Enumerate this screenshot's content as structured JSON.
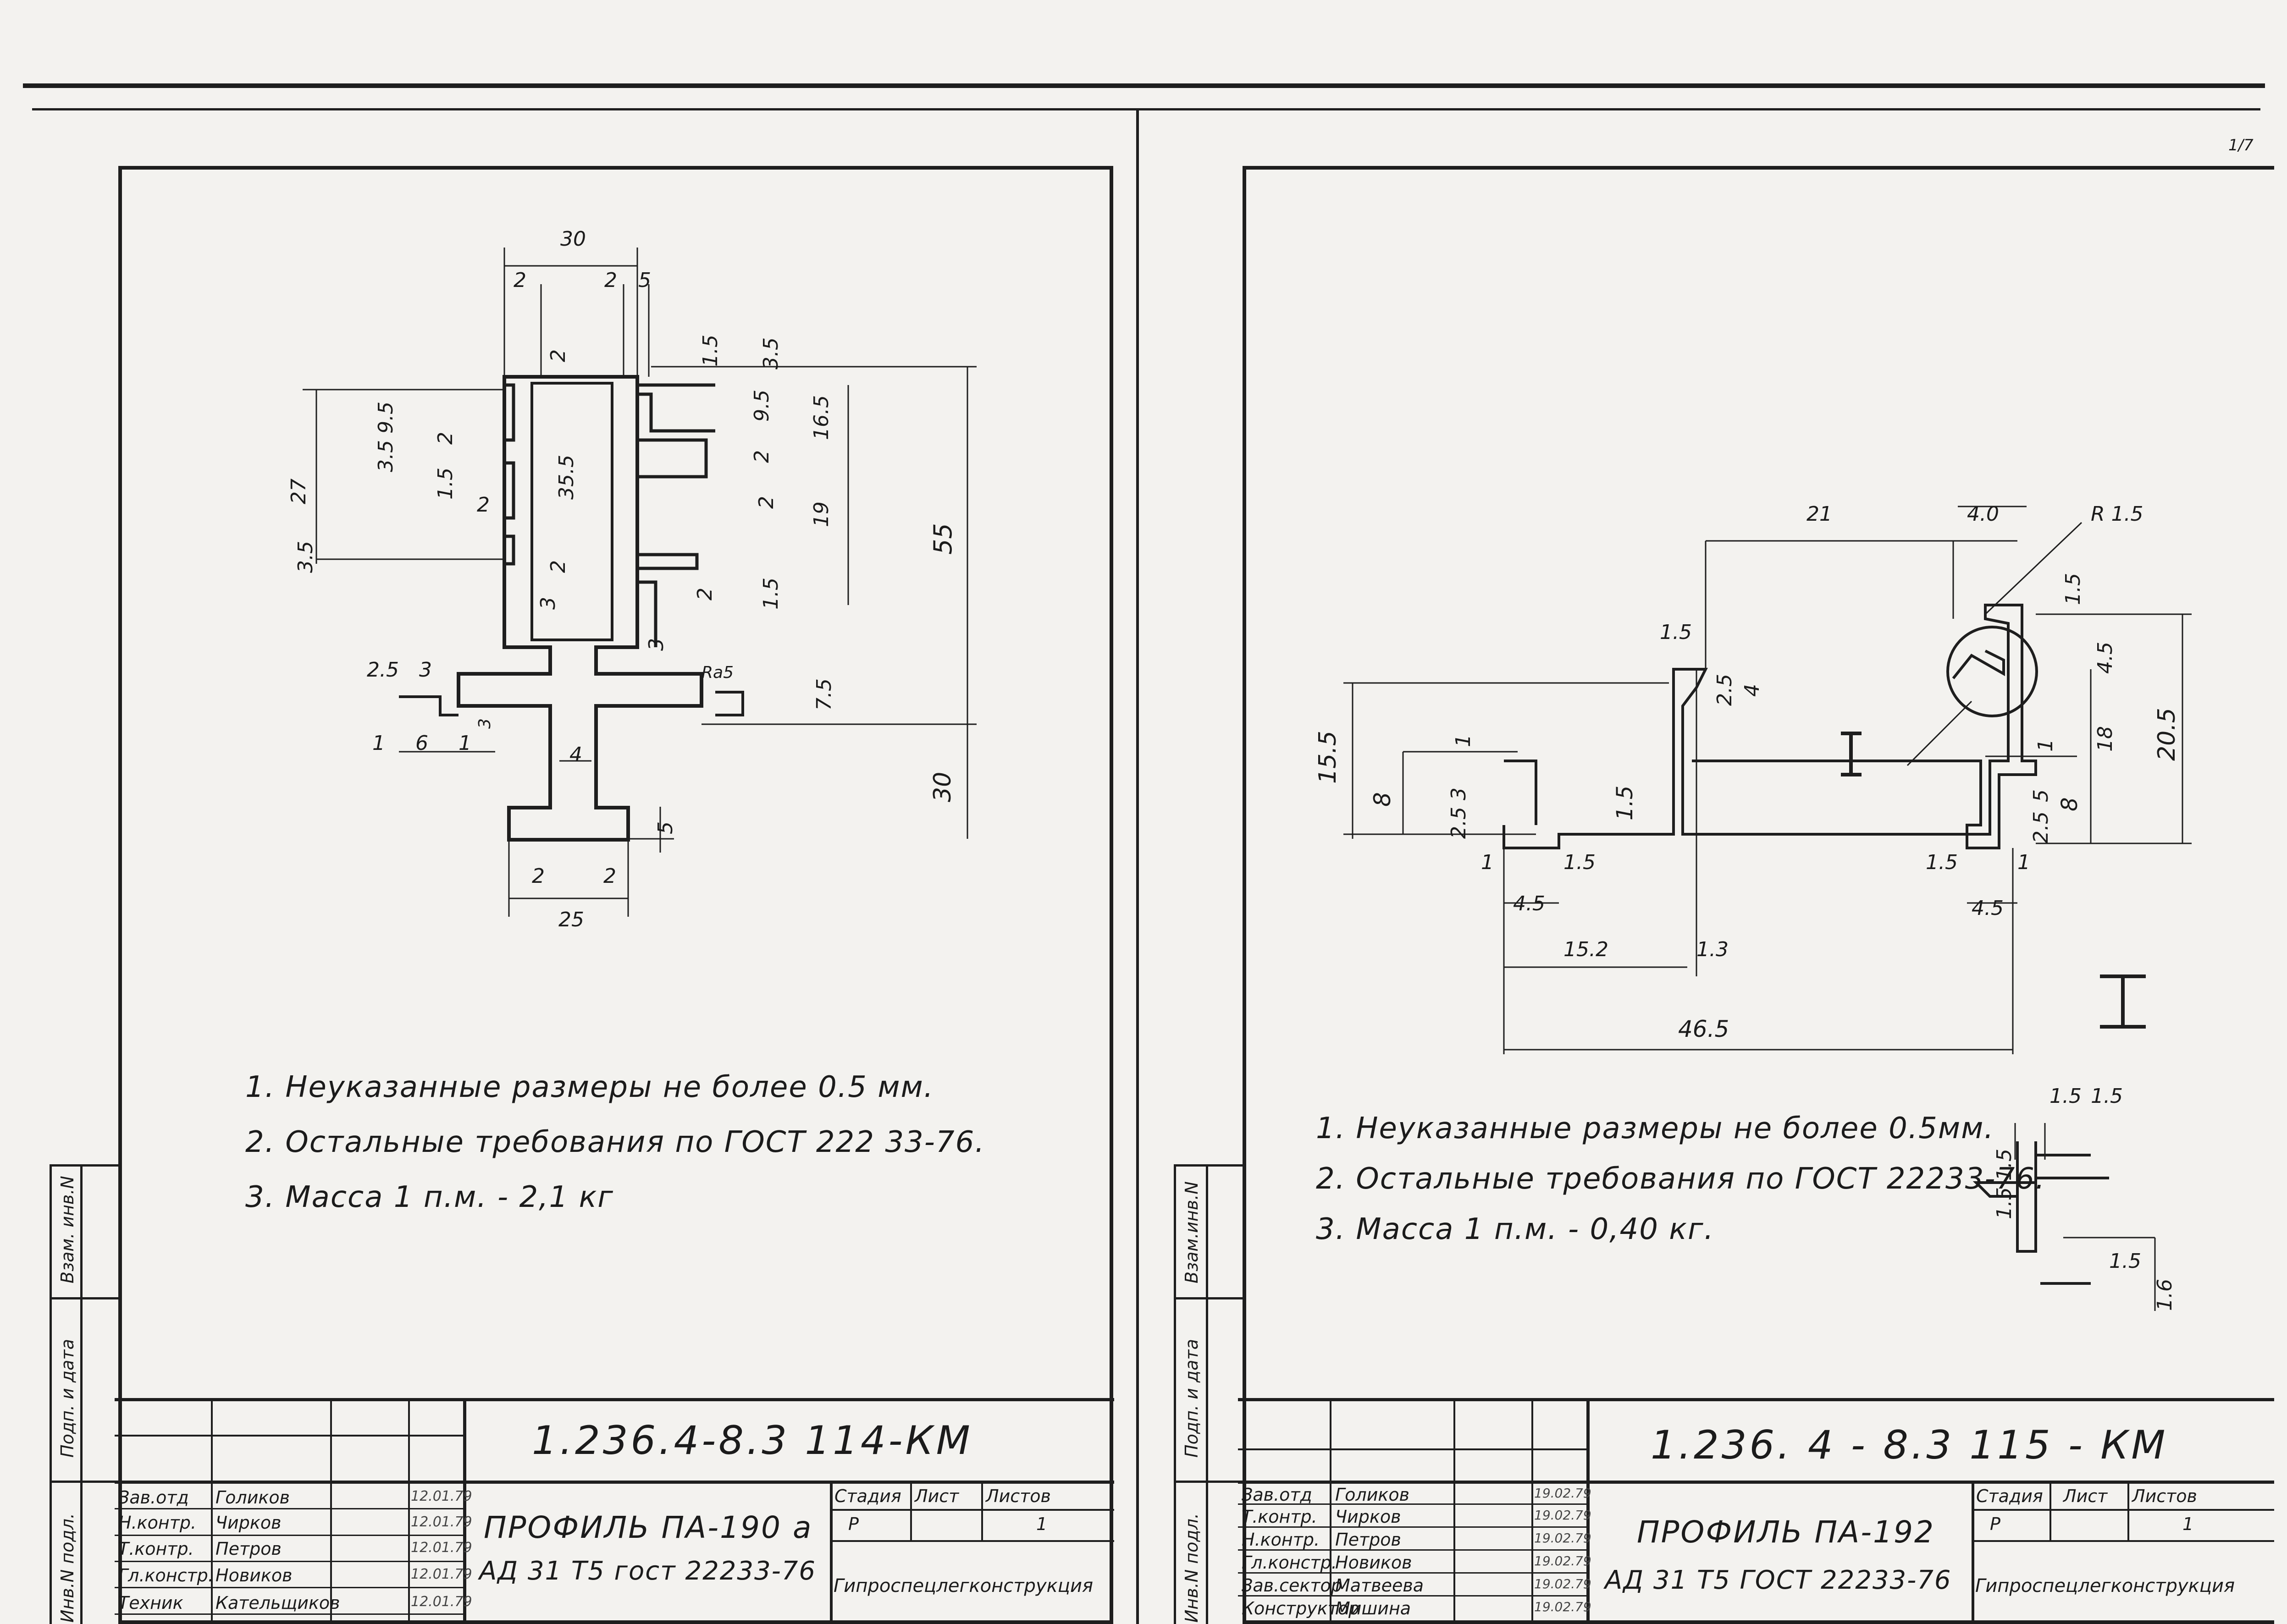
{
  "sheet_left": {
    "dimensions": {
      "top_width": "30",
      "top_2a": "2",
      "top_2b": "2",
      "top_5": "5",
      "top_15": "1.5",
      "top_35": "3.5",
      "top_2c": "2",
      "left_27": "27",
      "left_35_95": "3.5 9.5",
      "left_2a": "2",
      "left_15": "1.5",
      "left_2b": "2",
      "left_35b": "3.5",
      "center_355": "35.5",
      "center_2": "2",
      "right_95": "9.5",
      "right_2a": "2",
      "right_165": "16.5",
      "right_2b": "2",
      "right_19": "19",
      "right_15": "1.5",
      "right_2c": "2",
      "right_55": "55",
      "small_3a": "3",
      "small_3b": "3",
      "ra05": "Ra5",
      "right_75": "7.5",
      "flange_25": "2.5",
      "flange_3": "3",
      "flange_1a": "1",
      "flange_6": "6",
      "flange_1b": "1",
      "flange_3b": "3",
      "stem_4": "4",
      "right_30": "30",
      "base_5": "5",
      "base_2a": "2",
      "base_2b": "2",
      "base_25": "25"
    },
    "notes": [
      "1. Неуказанные размеры не более 0.5 мм.",
      "2. Остальные требования по ГОСТ 222 33-76.",
      "3. Масса 1 п.м. - 2,1 кг"
    ],
    "code": "1.236.4-8.3   114-КМ",
    "table": {
      "roles": [
        "Зав.отд",
        "Н.контр.",
        "Т.контр.",
        "Гл.констр.",
        "Техник"
      ],
      "names": [
        "Голиков",
        "Чирков",
        "Петров",
        "Новиков",
        "Кательщиков"
      ],
      "dates": [
        "12.01.79",
        "12.01.79",
        "12.01.79",
        "12.01.79",
        "12.01.79"
      ]
    },
    "title": "ПРОФИЛЬ ПА-190 а",
    "material": "АД 31 Т5 гост 22233-76",
    "stage_hdr": "Стадия",
    "sheet_hdr": "Лист",
    "sheets_hdr": "Листов",
    "stage": "Р",
    "sheets": "1",
    "org": "Гипроспецлегконструкция",
    "side_1": "Взам. инв.N",
    "side_2": "Подп. и дата",
    "side_3": "Инв.N подл."
  },
  "sheet_right": {
    "dimensions": {
      "d21": "21",
      "d40": "4.0",
      "r15": "R 1.5",
      "d15top": "1.5",
      "d45": "4.5",
      "d205": "20.5",
      "d18": "18",
      "d15left": "1.5",
      "d25": "2.5",
      "d4": "4",
      "d155": "15.5",
      "d8": "8",
      "d1a": "1",
      "d253": "2.5 3",
      "d15mid": "1.5",
      "d1b": "1",
      "d15b": "1.5",
      "d45b": "4.5",
      "d1c": "1",
      "d5": "5",
      "d8b": "8",
      "d25b": "2.5",
      "d15c": "1.5",
      "d1d": "1",
      "d45c": "4.5",
      "d152": "15.2",
      "d13": "1.3",
      "d465": "46.5",
      "section": "I",
      "det_15a": "1.5",
      "det_15b": "1.5",
      "det_15c": "1.5 1.5",
      "det_15d": "1.5",
      "det_16": "1.6"
    },
    "notes": [
      "1. Неуказанные размеры не более 0.5мм.",
      "2. Остальные требования по ГОСТ 22233-76.",
      "3. Масса 1 п.м. - 0,40 кг."
    ],
    "code": "1.236. 4 - 8.3   115 - КМ",
    "table": {
      "roles": [
        "Зав.отд",
        "Т.контр.",
        "Н.контр.",
        "Гл.констр.",
        "Зав.сектор",
        "Конструктор"
      ],
      "names": [
        "Голиков",
        "Чирков",
        "Петров",
        "Новиков",
        "Матвеева",
        "Мишина"
      ],
      "dates": [
        "19.02.79",
        "19.02.79",
        "19.02.79",
        "19.02.79",
        "19.02.79",
        "19.02.79"
      ]
    },
    "title": "ПРОФИЛЬ ПА-192",
    "material": "АД 31 Т5 ГОСТ 22233-76",
    "stage_hdr": "Стадия",
    "sheet_hdr": "Лист",
    "sheets_hdr": "Листов",
    "stage": "Р",
    "sheets": "1",
    "org": "Гипроспецлегконструкция",
    "side_1": "Взам.инв.N",
    "side_2": "Подп. и дата",
    "side_3": "Инв.N подл."
  },
  "page_num": "1/7"
}
